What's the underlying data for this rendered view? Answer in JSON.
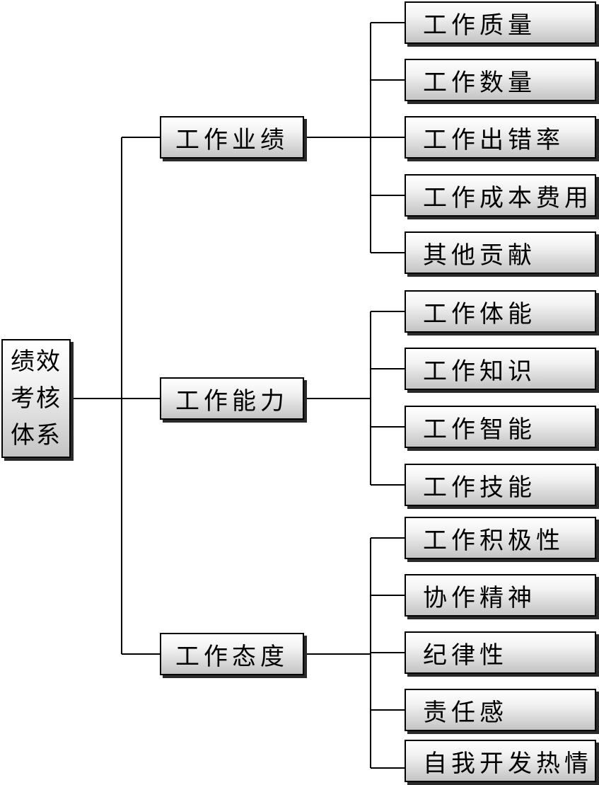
{
  "root": {
    "label": "绩效考核体系"
  },
  "categories": [
    {
      "label": "工作业绩",
      "items": [
        "工作质量",
        "工作数量",
        "工作出错率",
        "工作成本费用",
        "其他贡献"
      ]
    },
    {
      "label": "工作能力",
      "items": [
        "工作体能",
        "工作知识",
        "工作智能",
        "工作技能"
      ]
    },
    {
      "label": "工作态度",
      "items": [
        "工作积极性",
        "协作精神",
        "纪律性",
        "责任感",
        "自我开发热情"
      ]
    }
  ]
}
